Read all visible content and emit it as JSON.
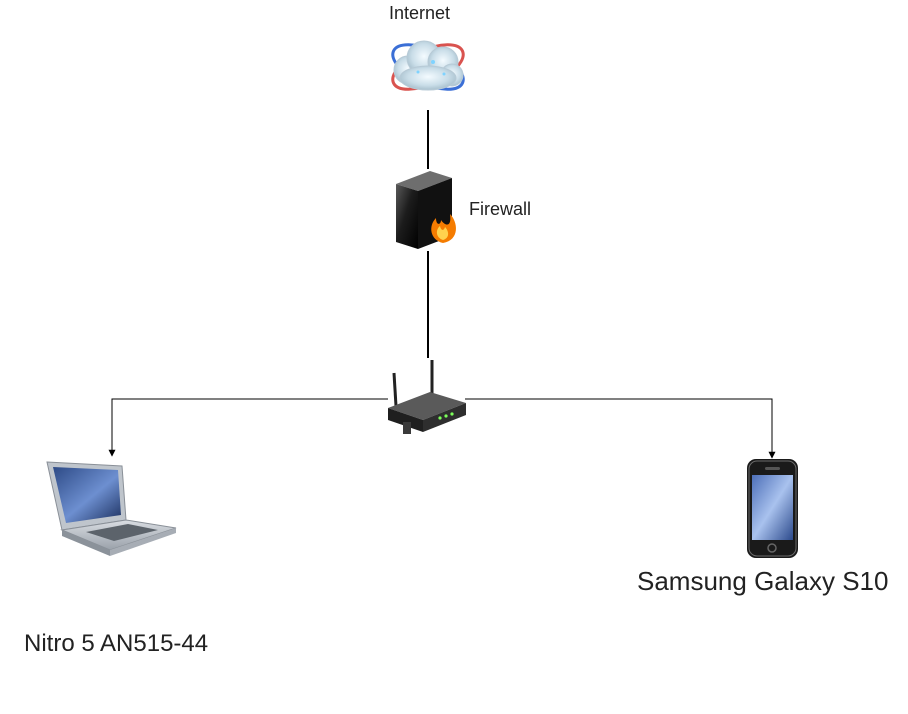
{
  "nodes": {
    "internet": {
      "label": "Internet",
      "icon": "internet-cloud-icon"
    },
    "firewall": {
      "label": "Firewall",
      "icon": "firewall-icon"
    },
    "router": {
      "label": "",
      "icon": "wireless-router-icon"
    },
    "laptop": {
      "label": "Nitro 5 AN515-44",
      "icon": "laptop-icon"
    },
    "phone": {
      "label": "Samsung Galaxy S10",
      "icon": "smartphone-icon"
    }
  },
  "connections": [
    {
      "from": "internet",
      "to": "firewall",
      "style": "line"
    },
    {
      "from": "firewall",
      "to": "router",
      "style": "line"
    },
    {
      "from": "router",
      "to": "laptop",
      "style": "arrow"
    },
    {
      "from": "router",
      "to": "phone",
      "style": "arrow"
    }
  ],
  "colors": {
    "background": "#ffffff",
    "line": "#000000",
    "text": "#222222"
  }
}
